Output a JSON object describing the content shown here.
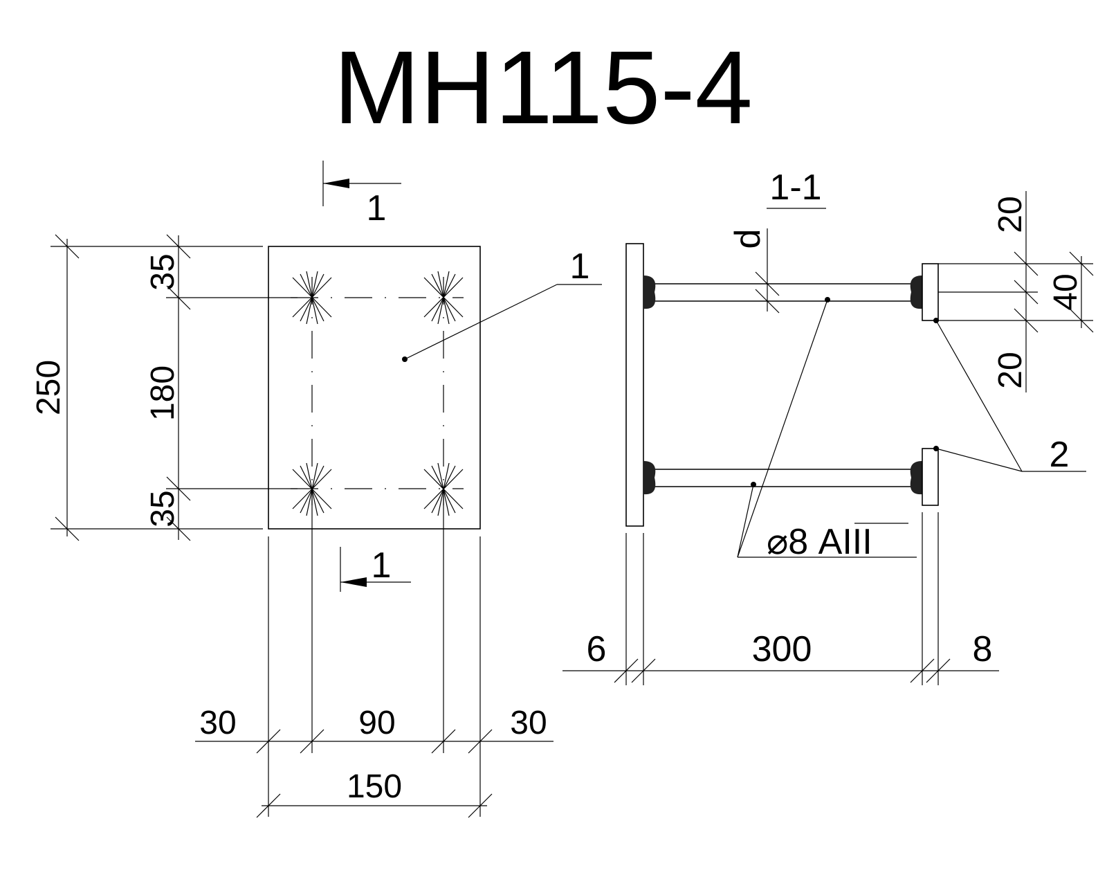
{
  "title": "МН115-4",
  "plan": {
    "section_mark_top": "1",
    "section_mark_bottom": "1",
    "leader_label": "1",
    "dims": {
      "total_height": "250",
      "top_offset": "35",
      "middle": "180",
      "bottom_offset": "35",
      "left_margin": "30",
      "center": "90",
      "right_margin": "30",
      "total_width": "150"
    }
  },
  "section": {
    "title": "1-1",
    "diameter_label": "d",
    "rebar_label": "⌀8 АIII",
    "part_label": "2",
    "dims": {
      "plate_thickness": "6",
      "length": "300",
      "end_thickness": "8",
      "top_gap": "20",
      "end_plate_height": "40",
      "bottom_gap": "20"
    }
  }
}
